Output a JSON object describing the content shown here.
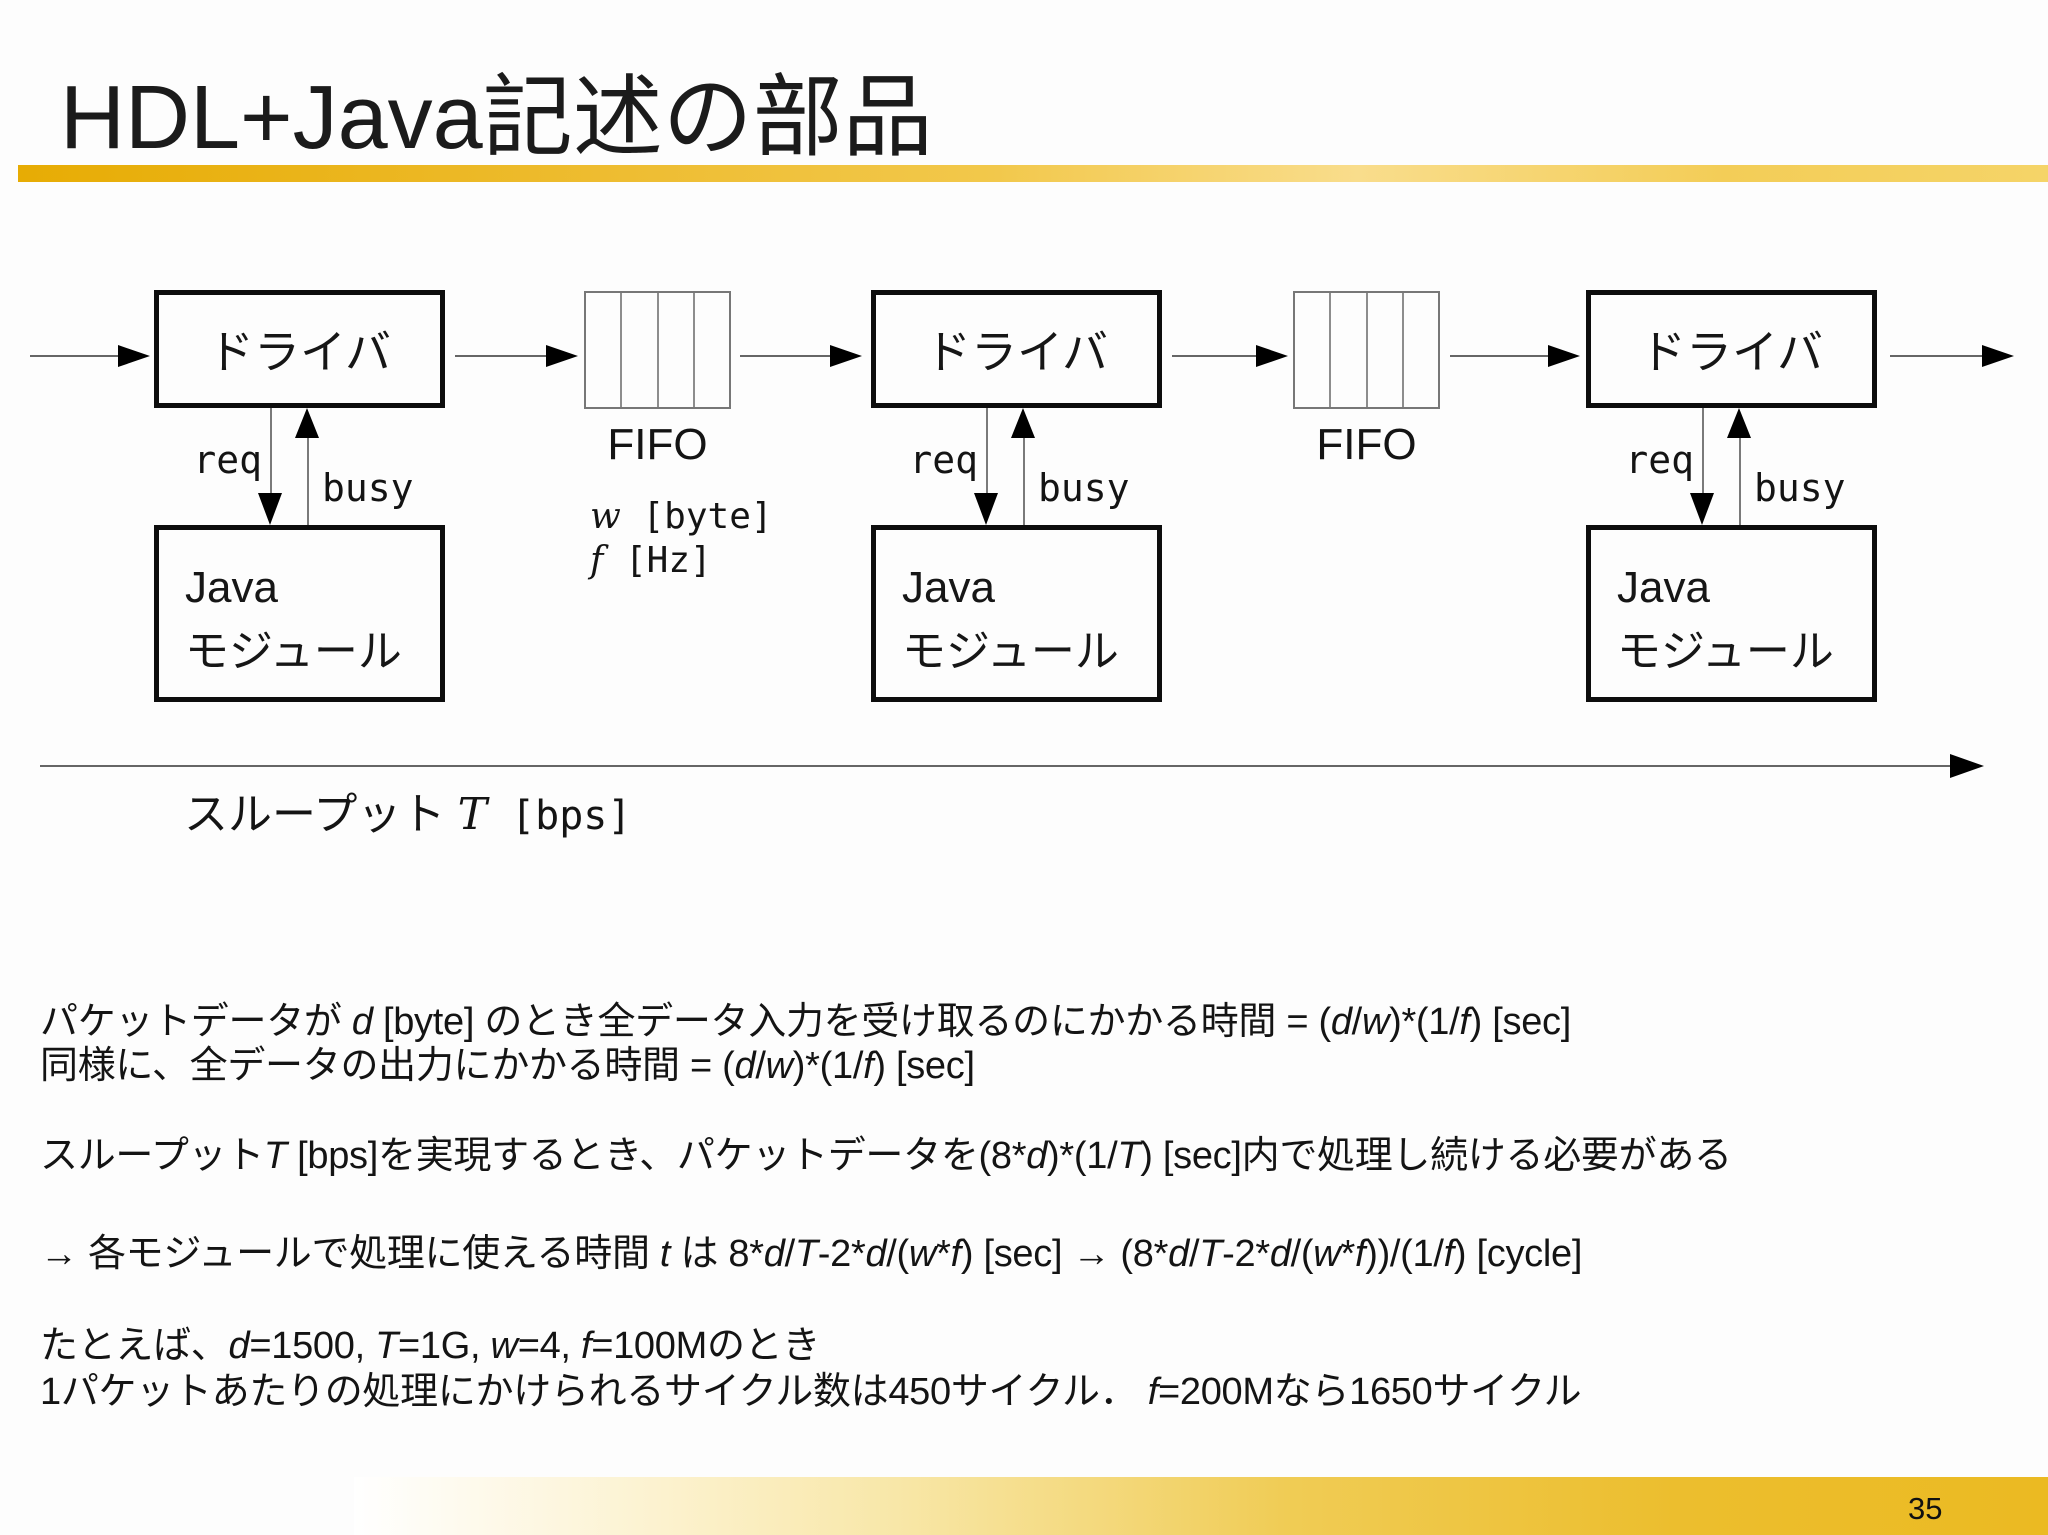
{
  "slide": {
    "title": "HDL+Java記述の部品",
    "page_number": "35"
  },
  "diagram": {
    "driver_label": "ドライバ",
    "java_line1": "Java",
    "java_line2": "モジュール",
    "req_label": "req",
    "busy_label": "busy",
    "fifo_label": "FIFO",
    "fifo_param_w": [
      {
        "t": "w",
        "i": 1
      },
      {
        "t": " [byte]"
      }
    ],
    "fifo_param_f": [
      {
        "t": "f",
        "i": 1
      },
      {
        "t": " [Hz]"
      }
    ],
    "throughput_label": [
      {
        "t": "スループット "
      },
      {
        "t": "T",
        "i": 1
      },
      {
        "t": " [bps]",
        "m": 1
      }
    ]
  },
  "body": {
    "line1": [
      {
        "t": "パケットデータが "
      },
      {
        "t": "d",
        "i": 1
      },
      {
        "t": " [byte] のとき全データ入力を受け取るのにかかる時間 = ("
      },
      {
        "t": "d",
        "i": 1
      },
      {
        "t": "/"
      },
      {
        "t": "w",
        "i": 1
      },
      {
        "t": ")*(1/"
      },
      {
        "t": "f",
        "i": 1
      },
      {
        "t": ") [sec]"
      }
    ],
    "line2": [
      {
        "t": "同様に、全データの出力にかかる時間 = ("
      },
      {
        "t": "d",
        "i": 1
      },
      {
        "t": "/"
      },
      {
        "t": "w",
        "i": 1
      },
      {
        "t": ")*(1/"
      },
      {
        "t": "f",
        "i": 1
      },
      {
        "t": ") [sec]"
      }
    ],
    "line3": [
      {
        "t": "スループット"
      },
      {
        "t": "T",
        "i": 1
      },
      {
        "t": " [bps]を実現するとき、パケットデータを(8*"
      },
      {
        "t": "d",
        "i": 1
      },
      {
        "t": ")*(1/"
      },
      {
        "t": "T",
        "i": 1
      },
      {
        "t": ") [sec]内で処理し続ける必要がある"
      }
    ],
    "line4": [
      {
        "t": "→ 各モジュールで処理に使える時間 "
      },
      {
        "t": "t",
        "i": 1
      },
      {
        "t": " は 8*"
      },
      {
        "t": "d",
        "i": 1
      },
      {
        "t": "/"
      },
      {
        "t": "T",
        "i": 1
      },
      {
        "t": "-2*"
      },
      {
        "t": "d",
        "i": 1
      },
      {
        "t": "/("
      },
      {
        "t": "w",
        "i": 1
      },
      {
        "t": "*"
      },
      {
        "t": "f",
        "i": 1
      },
      {
        "t": ") [sec] → (8*"
      },
      {
        "t": "d",
        "i": 1
      },
      {
        "t": "/"
      },
      {
        "t": "T",
        "i": 1
      },
      {
        "t": "-2*"
      },
      {
        "t": "d",
        "i": 1
      },
      {
        "t": "/("
      },
      {
        "t": "w",
        "i": 1
      },
      {
        "t": "*"
      },
      {
        "t": "f",
        "i": 1
      },
      {
        "t": "))/(1/"
      },
      {
        "t": "f",
        "i": 1
      },
      {
        "t": ") [cycle]"
      }
    ],
    "line5": [
      {
        "t": "たとえば、"
      },
      {
        "t": "d",
        "i": 1
      },
      {
        "t": "=1500, "
      },
      {
        "t": "T",
        "i": 1
      },
      {
        "t": "=1G, "
      },
      {
        "t": "w",
        "i": 1
      },
      {
        "t": "=4, "
      },
      {
        "t": "f",
        "i": 1
      },
      {
        "t": "=100Mのとき"
      }
    ],
    "line6": [
      {
        "t": "1パケットあたりの処理にかけられるサイクル数は450サイクル． "
      },
      {
        "t": "f",
        "i": 1
      },
      {
        "t": "=200Mなら1650サイクル"
      }
    ]
  },
  "colors": {
    "accent_gold": "#ebba22",
    "box_border": "#0d0d0d",
    "arrow_gray": "#666666"
  }
}
